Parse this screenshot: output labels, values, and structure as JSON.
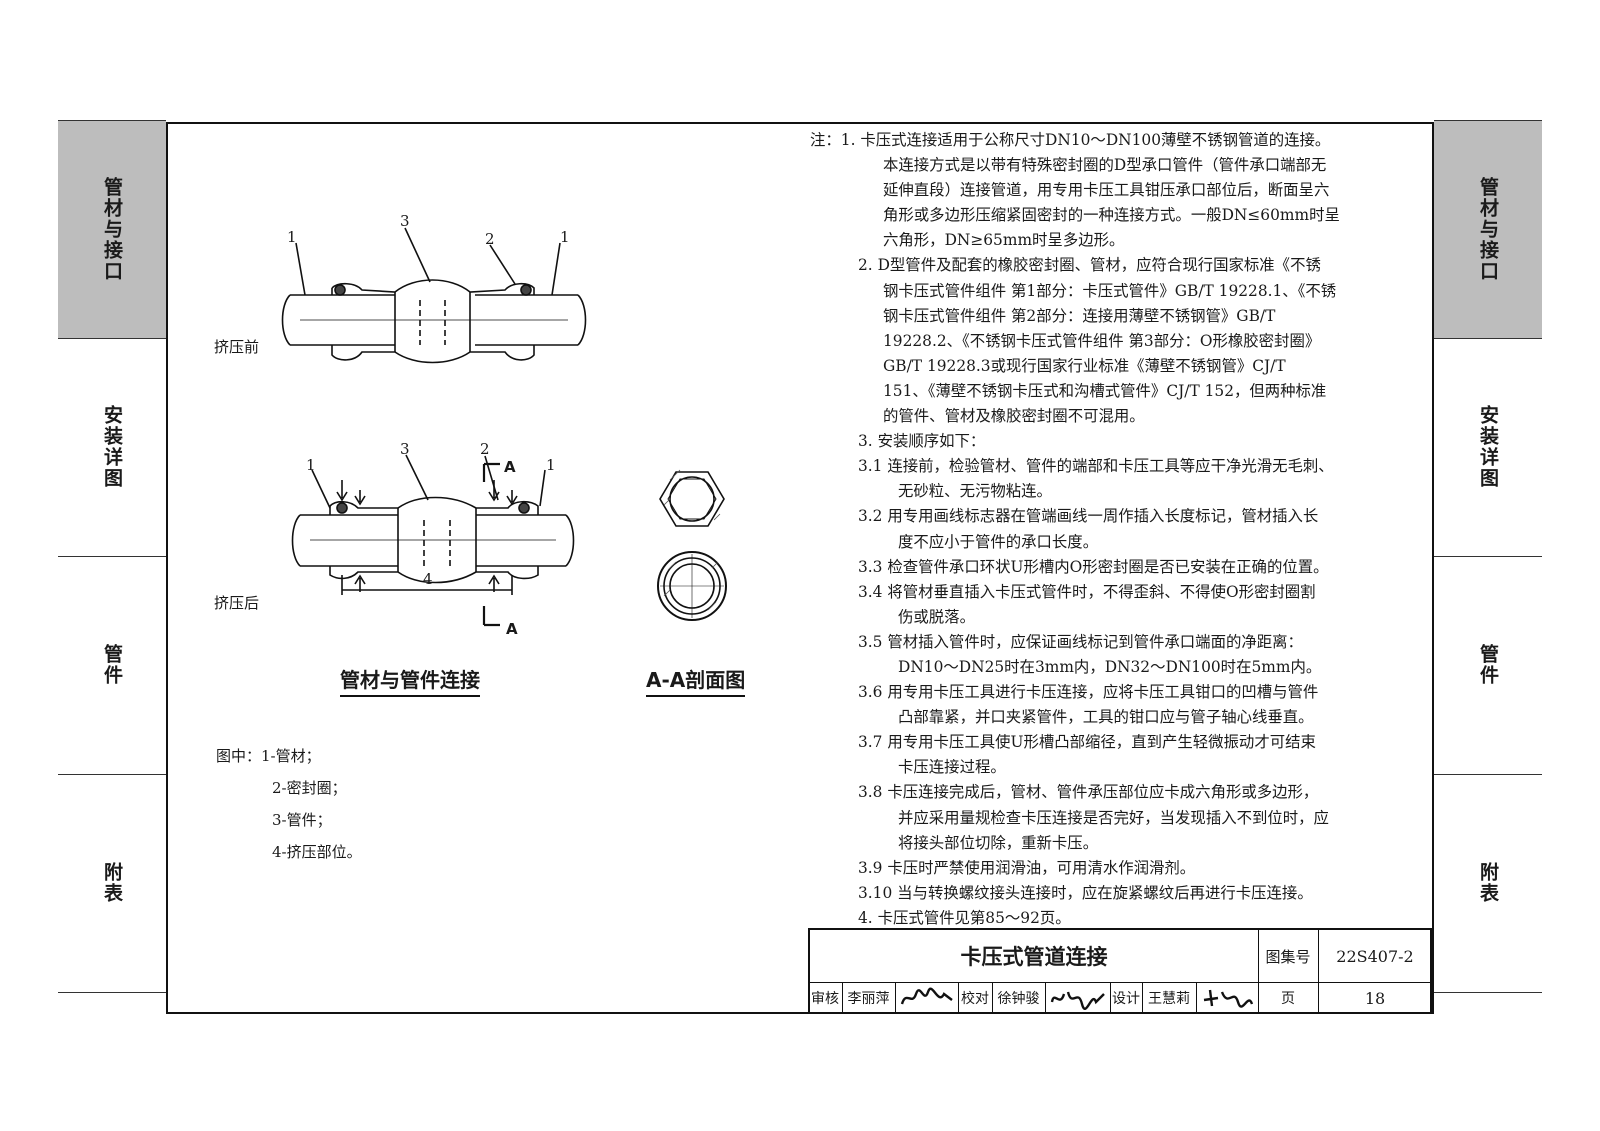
{
  "side_tabs": {
    "left": [
      "管材与接口",
      "安装详图",
      "管件",
      "附表"
    ],
    "right": [
      "管材与接口",
      "安装详图",
      "管件",
      "附表"
    ],
    "active": 0,
    "active_color": "#bdbdbd"
  },
  "drawing": {
    "before_label": "挤压前",
    "after_label": "挤压后",
    "numbers": {
      "n1": "1",
      "n2": "2",
      "n3": "3",
      "n4": "4"
    },
    "section_mark": "A",
    "caption_joint": "管材与管件连接",
    "caption_section": "A-A剖面图"
  },
  "legend": {
    "prefix": "图中：",
    "items": [
      "1-管材；",
      "2-密封圈；",
      "3-管件；",
      "4-挤压部位。"
    ]
  },
  "notes": [
    "注：1.  卡压式连接适用于公称尺寸DN10～DN100薄壁不锈钢管道的连接。",
    "本连接方式是以带有特殊密封圈的D型承口管件（管件承口端部无",
    "延伸直段）连接管道，用专用卡压工具钳压承口部位后，断面呈六",
    "角形或多边形压缩紧固密封的一种连接方式。一般DN≤60mm时呈",
    "六角形，DN≥65mm时呈多边形。",
    "2.  D型管件及配套的橡胶密封圈、管材，应符合现行国家标准《不锈",
    "钢卡压式管件组件  第1部分：卡压式管件》GB/T 19228.1、《不锈",
    "钢卡压式管件组件  第2部分：连接用薄壁不锈钢管》GB/T",
    "19228.2、《不锈钢卡压式管件组件  第3部分：O形橡胶密封圈》",
    "GB/T  19228.3或现行国家行业标准《薄壁不锈钢管》CJ/T",
    "151、《薄壁不锈钢卡压式和沟槽式管件》CJ/T 152，但两种标准",
    "的管件、管材及橡胶密封圈不可混用。",
    "3.  安装顺序如下：",
    "3.1  连接前，检验管材、管件的端部和卡压工具等应干净光滑无毛刺、",
    "无砂粒、无污物粘连。",
    "3.2  用专用画线标志器在管端画线一周作插入长度标记，管材插入长",
    "度不应小于管件的承口长度。",
    "3.3  检查管件承口环状U形槽内O形密封圈是否已安装在正确的位置。",
    "3.4  将管材垂直插入卡压式管件时，不得歪斜、不得使O形密封圈割",
    "伤或脱落。",
    "3.5  管材插入管件时，应保证画线标记到管件承口端面的净距离：",
    "DN10～DN25时在3mm内，DN32～DN100时在5mm内。",
    "3.6  用专用卡压工具进行卡压连接，应将卡压工具钳口的凹槽与管件",
    "凸部靠紧，并口夹紧管件，工具的钳口应与管子轴心线垂直。",
    "3.7  用专用卡压工具使U形槽凸部缩径，直到产生轻微振动才可结束",
    "卡压连接过程。",
    "3.8  卡压连接完成后，管材、管件承压部位应卡成六角形或多边形，",
    "并应采用量规检查卡压连接是否完好，当发现插入不到位时，应",
    "将接头部位切除，重新卡压。",
    "3.9  卡压时严禁使用润滑油，可用清水作润滑剂。",
    "3.10  当与转换螺纹接头连接时，应在旋紧螺纹后再进行卡压连接。",
    "4.  卡压式管件见第85～92页。"
  ],
  "title_block": {
    "title": "卡压式管道连接",
    "atlas_label": "图集号",
    "atlas_no": "22S407-2",
    "review_label": "审核",
    "reviewer": "李丽萍",
    "check_label": "校对",
    "checker": "徐钟骏",
    "design_label": "设计",
    "designer": "王慧莉",
    "page_label": "页",
    "page_no": "18"
  }
}
